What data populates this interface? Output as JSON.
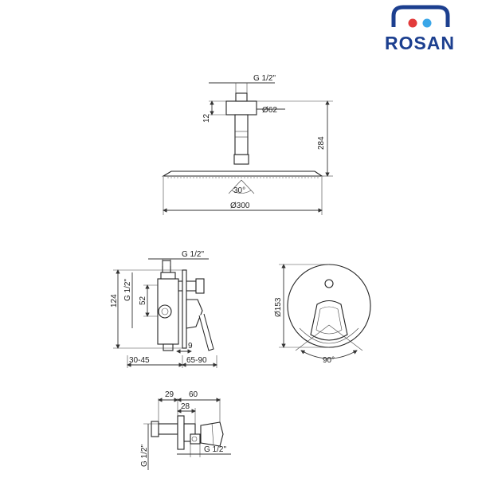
{
  "brand": {
    "name": "ROSAN",
    "colors": {
      "blue": "#1c3f8f",
      "red": "#e23a3a",
      "light_blue": "#3aa6e8"
    }
  },
  "shower_head": {
    "thread": "G 1/2\"",
    "flange_diameter": "Ø62",
    "flange_height": "12",
    "total_height": "284",
    "tilt_angle": "30°",
    "head_diameter": "Ø300"
  },
  "mixer_side": {
    "thread_top": "G 1/2\"",
    "thread_side": "G 1/2\"",
    "height": "124",
    "inner_height": "52",
    "offset": "9",
    "depth_range": "30-45",
    "projection_range": "65-90"
  },
  "mixer_front": {
    "plate_diameter": "Ø153",
    "handle_angle": "90°"
  },
  "wall_outlet": {
    "width_a": "29",
    "width_b": "60",
    "width_c": "28",
    "thread_side": "G 1/2\"",
    "thread_bottom": "G 1/2\""
  }
}
